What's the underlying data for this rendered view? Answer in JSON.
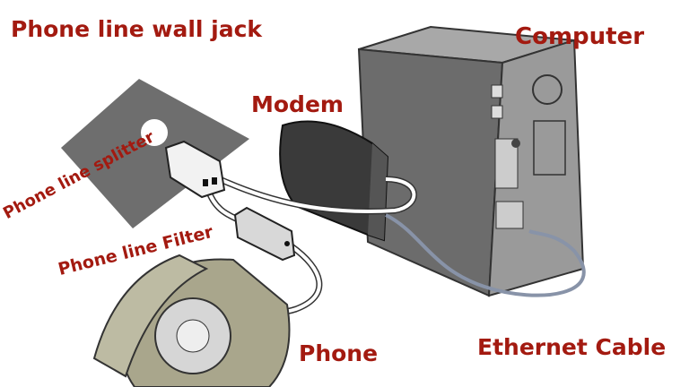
{
  "labels": {
    "wall_jack": "Phone line wall jack",
    "computer": "Computer",
    "modem": "Modem",
    "splitter": "Phone line splitter",
    "filter": "Phone line Filter",
    "phone": "Phone",
    "ethernet": "Ethernet Cable"
  },
  "colors": {
    "label": "#a31a10",
    "wall_plate": "#6e6e6e",
    "modem": "#3a3a3a",
    "computer": "#7d7d7d",
    "phone": "#a9a68c",
    "ethernet_cable": "#8893a8"
  }
}
